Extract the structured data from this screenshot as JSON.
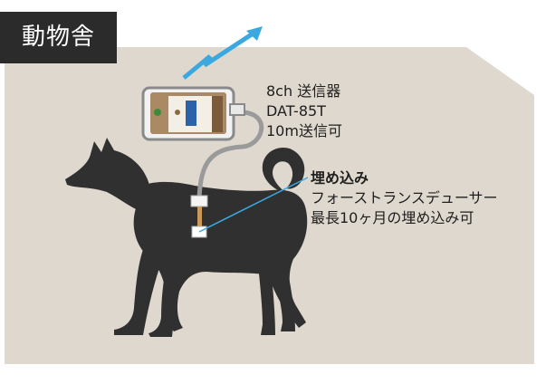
{
  "section_tag": "動物舎",
  "transmitter": {
    "line1": "8ch 送信器",
    "line2": "DAT-85T",
    "line3": "10m送信可"
  },
  "implant": {
    "title": "埋め込み",
    "line2": "フォーストランスデューサー",
    "line3": "最長10ヶ月の埋め込み可"
  },
  "colors": {
    "room_floor": "#dfd8cf",
    "tag_background": "#2b2b2b",
    "signal": "#3ba9e0",
    "dog": "#303030",
    "cable": "#9a9a9a",
    "pointer_line": "#3ba9e0"
  }
}
